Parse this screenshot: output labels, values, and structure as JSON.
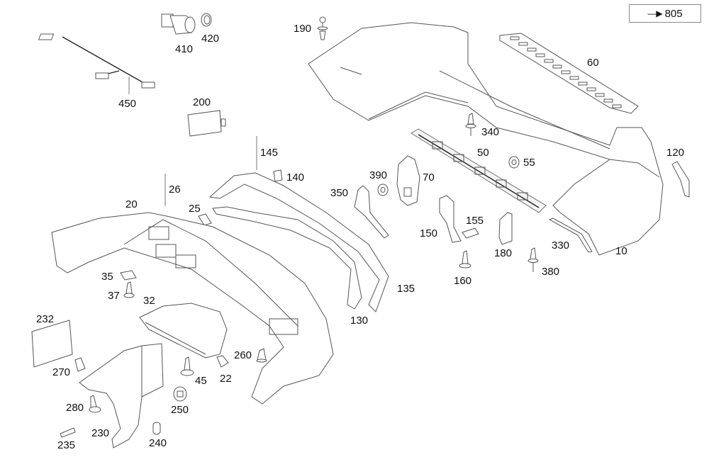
{
  "diagram": {
    "type": "exploded-parts-diagram",
    "subject": "Rear bumper assembly",
    "reference_box": {
      "arrow_icon": "right-arrow-icon",
      "label": "805"
    },
    "parts": [
      {
        "id": "10",
        "label": "10"
      },
      {
        "id": "20",
        "label": "20"
      },
      {
        "id": "22",
        "label": "22"
      },
      {
        "id": "25",
        "label": "25"
      },
      {
        "id": "26",
        "label": "26"
      },
      {
        "id": "32",
        "label": "32"
      },
      {
        "id": "35",
        "label": "35"
      },
      {
        "id": "37",
        "label": "37"
      },
      {
        "id": "45",
        "label": "45"
      },
      {
        "id": "50",
        "label": "50"
      },
      {
        "id": "55",
        "label": "55"
      },
      {
        "id": "60",
        "label": "60"
      },
      {
        "id": "70",
        "label": "70"
      },
      {
        "id": "120",
        "label": "120"
      },
      {
        "id": "130",
        "label": "130"
      },
      {
        "id": "135",
        "label": "135"
      },
      {
        "id": "140",
        "label": "140"
      },
      {
        "id": "145",
        "label": "145"
      },
      {
        "id": "150",
        "label": "150"
      },
      {
        "id": "155",
        "label": "155"
      },
      {
        "id": "160",
        "label": "160"
      },
      {
        "id": "180",
        "label": "180"
      },
      {
        "id": "190",
        "label": "190"
      },
      {
        "id": "200",
        "label": "200"
      },
      {
        "id": "230",
        "label": "230"
      },
      {
        "id": "232",
        "label": "232"
      },
      {
        "id": "235",
        "label": "235"
      },
      {
        "id": "240",
        "label": "240"
      },
      {
        "id": "250",
        "label": "250"
      },
      {
        "id": "260",
        "label": "260"
      },
      {
        "id": "270",
        "label": "270"
      },
      {
        "id": "280",
        "label": "280"
      },
      {
        "id": "330",
        "label": "330"
      },
      {
        "id": "340",
        "label": "340"
      },
      {
        "id": "350",
        "label": "350"
      },
      {
        "id": "380",
        "label": "380"
      },
      {
        "id": "390",
        "label": "390"
      },
      {
        "id": "410",
        "label": "410"
      },
      {
        "id": "420",
        "label": "420"
      },
      {
        "id": "450",
        "label": "450"
      }
    ]
  }
}
